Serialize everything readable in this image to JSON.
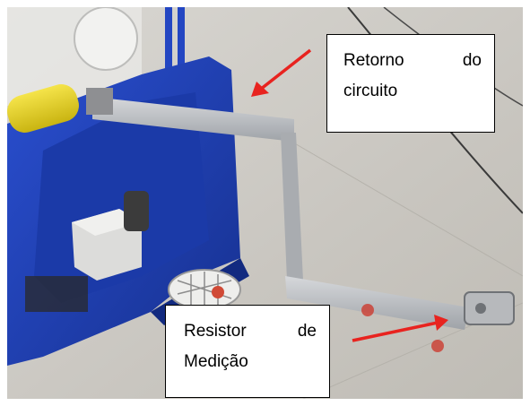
{
  "labels": {
    "retorno": {
      "word1": "Retorno",
      "word2": "do",
      "word3": "circuito"
    },
    "resistor": {
      "word1": "Resistor",
      "word2": "de",
      "word3": "Medição"
    }
  },
  "colors": {
    "arrow": "#e8231f",
    "base_blue": "#1e3fb4",
    "yellow_tube": "#e6d21c",
    "floor": "#cfcdc8",
    "steel_strip": "#b8bbbf"
  },
  "icons": {
    "arrow_top": "red-arrow-icon",
    "arrow_bottom": "red-arrow-icon"
  }
}
